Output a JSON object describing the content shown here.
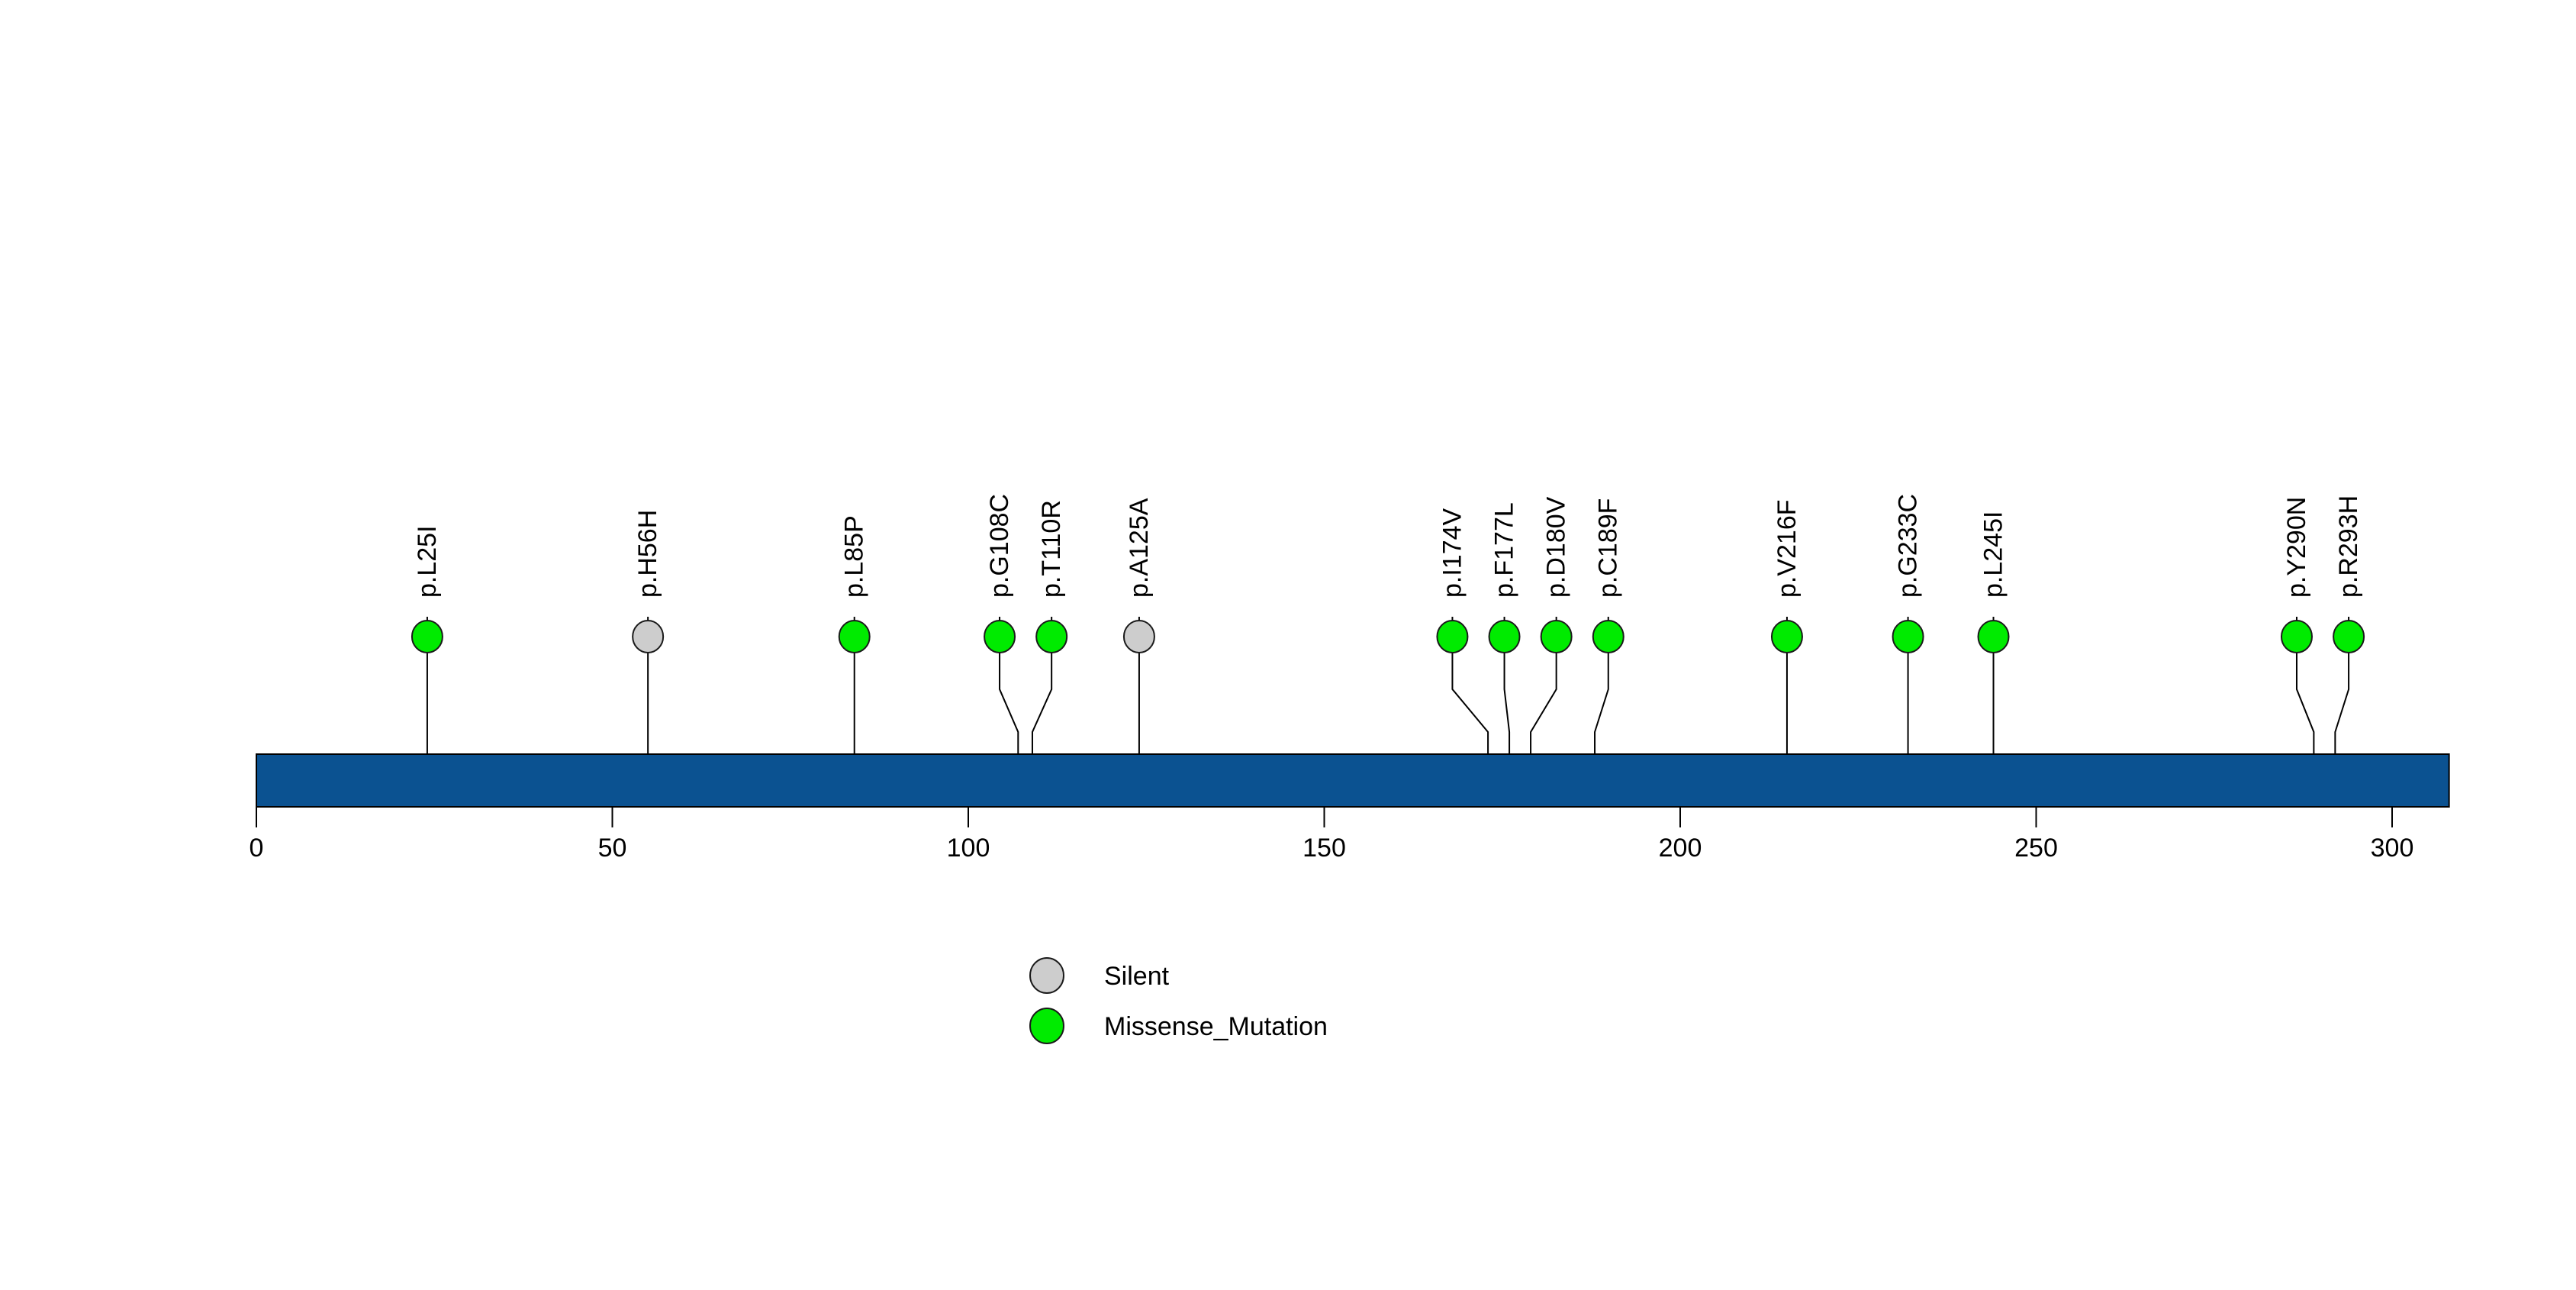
{
  "chart_data": {
    "type": "lollipop",
    "title": "",
    "xlabel": "",
    "ylabel": "",
    "protein": {
      "start": 0,
      "length": 308,
      "backbone_color": "#0B5291"
    },
    "axis": {
      "ticks": [
        0,
        50,
        100,
        150,
        200,
        250,
        300
      ],
      "xlim": [
        0,
        308
      ]
    },
    "mutation_types": {
      "Silent": "#CDCDCD",
      "Missense_Mutation": "#00EB00"
    },
    "mutations": [
      {
        "label": "p.L25I",
        "pos": 25,
        "display_pos": 25,
        "type": "Missense_Mutation"
      },
      {
        "label": "p.H56H",
        "pos": 56,
        "display_pos": 56,
        "type": "Silent"
      },
      {
        "label": "p.L85P",
        "pos": 85,
        "display_pos": 85,
        "type": "Missense_Mutation"
      },
      {
        "label": "p.G108C",
        "pos": 108,
        "display_pos": 105.4,
        "type": "Missense_Mutation"
      },
      {
        "label": "p.T110R",
        "pos": 110,
        "display_pos": 112.7,
        "type": "Missense_Mutation"
      },
      {
        "label": "p.A125A",
        "pos": 125,
        "display_pos": 125,
        "type": "Silent"
      },
      {
        "label": "p.I174V",
        "pos": 174,
        "display_pos": 169.0,
        "type": "Missense_Mutation"
      },
      {
        "label": "p.F177L",
        "pos": 177,
        "display_pos": 176.3,
        "type": "Missense_Mutation"
      },
      {
        "label": "p.D180V",
        "pos": 180,
        "display_pos": 183.6,
        "type": "Missense_Mutation"
      },
      {
        "label": "p.C189F",
        "pos": 189,
        "display_pos": 190.9,
        "type": "Missense_Mutation"
      },
      {
        "label": "p.V216F",
        "pos": 216,
        "display_pos": 216,
        "type": "Missense_Mutation"
      },
      {
        "label": "p.G233C",
        "pos": 233,
        "display_pos": 233,
        "type": "Missense_Mutation"
      },
      {
        "label": "p.L245I",
        "pos": 245,
        "display_pos": 245,
        "type": "Missense_Mutation"
      },
      {
        "label": "p.Y290N",
        "pos": 290,
        "display_pos": 287.6,
        "type": "Missense_Mutation"
      },
      {
        "label": "p.R293H",
        "pos": 293,
        "display_pos": 294.9,
        "type": "Missense_Mutation"
      }
    ],
    "legend": [
      {
        "label": "Silent",
        "color": "#CDCDCD"
      },
      {
        "label": "Missense_Mutation",
        "color": "#00EB00"
      }
    ],
    "legend_position": "bottom-left-of-center",
    "grid": false,
    "colors": {
      "stem": "#000000",
      "circle_stroke": "#1A1A1A",
      "backbone_stroke": "#000000",
      "text": "#000000"
    }
  }
}
